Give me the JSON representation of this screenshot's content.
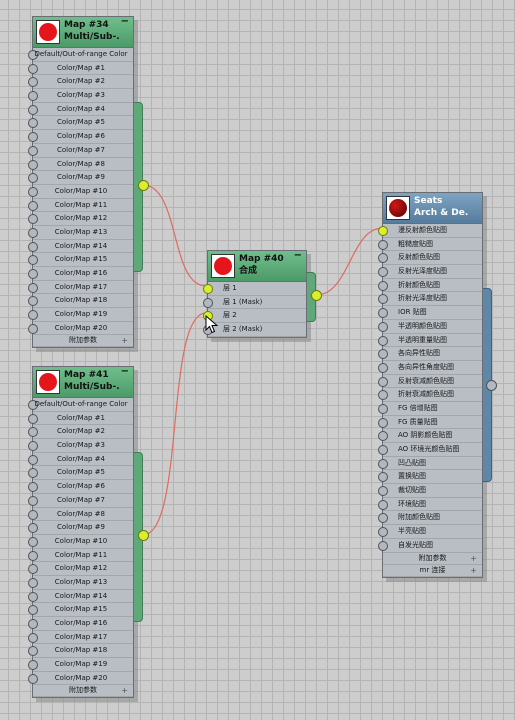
{
  "colors": {
    "wire": "#e06a60",
    "socket_connected": "#d9ef2b",
    "header_map": "#5fae7e",
    "header_material": "#6d93b3"
  },
  "map34": {
    "title": "Map #34",
    "subtitle": "Multi/Sub-...",
    "minimize": "−",
    "default_slot": "Default/Out-of-range Color",
    "slots": [
      "Color/Map #1",
      "Color/Map #2",
      "Color/Map #3",
      "Color/Map #4",
      "Color/Map #5",
      "Color/Map #6",
      "Color/Map #7",
      "Color/Map #8",
      "Color/Map #9",
      "Color/Map #10",
      "Color/Map #11",
      "Color/Map #12",
      "Color/Map #13",
      "Color/Map #14",
      "Color/Map #15",
      "Color/Map #16",
      "Color/Map #17",
      "Color/Map #18",
      "Color/Map #19",
      "Color/Map #20"
    ],
    "footer": "附加参数",
    "icon": "red-sphere-swatch"
  },
  "map41": {
    "title": "Map #41",
    "subtitle": "Multi/Sub-...",
    "minimize": "−",
    "default_slot": "Default/Out-of-range Color",
    "slots": [
      "Color/Map #1",
      "Color/Map #2",
      "Color/Map #3",
      "Color/Map #4",
      "Color/Map #5",
      "Color/Map #6",
      "Color/Map #7",
      "Color/Map #8",
      "Color/Map #9",
      "Color/Map #10",
      "Color/Map #11",
      "Color/Map #12",
      "Color/Map #13",
      "Color/Map #14",
      "Color/Map #15",
      "Color/Map #16",
      "Color/Map #17",
      "Color/Map #18",
      "Color/Map #19",
      "Color/Map #20"
    ],
    "footer": "附加参数",
    "icon": "red-sphere-swatch"
  },
  "map40": {
    "title": "Map #40",
    "subtitle": "合成",
    "minimize": "−",
    "slots": [
      "层 1",
      "层 1 (Mask)",
      "层 2",
      "层 2 (Mask)"
    ]
  },
  "seats": {
    "title": "Seats",
    "subtitle": "Arch & De...",
    "slots": [
      "漫反射颜色贴图",
      "粗糙度贴图",
      "反射颜色贴图",
      "反射光泽度贴图",
      "折射颜色贴图",
      "折射光泽度贴图",
      "IOR 贴图",
      "半透明颜色贴图",
      "半透明重量贴图",
      "各向异性贴图",
      "各向异性角度贴图",
      "反射衰减颜色贴图",
      "折射衰减颜色贴图",
      "FG 倍增贴图",
      "FG 质量贴图",
      "AO 阴影颜色贴图",
      "AO 环境光颜色贴图",
      "凹凸贴图",
      "置换贴图",
      "裁切贴图",
      "环境贴图",
      "附加颜色贴图",
      "半亮贴图",
      "自发光贴图"
    ],
    "footers": [
      "附加参数",
      "mr 连接"
    ],
    "icon": "dark-red-sphere-swatch"
  }
}
